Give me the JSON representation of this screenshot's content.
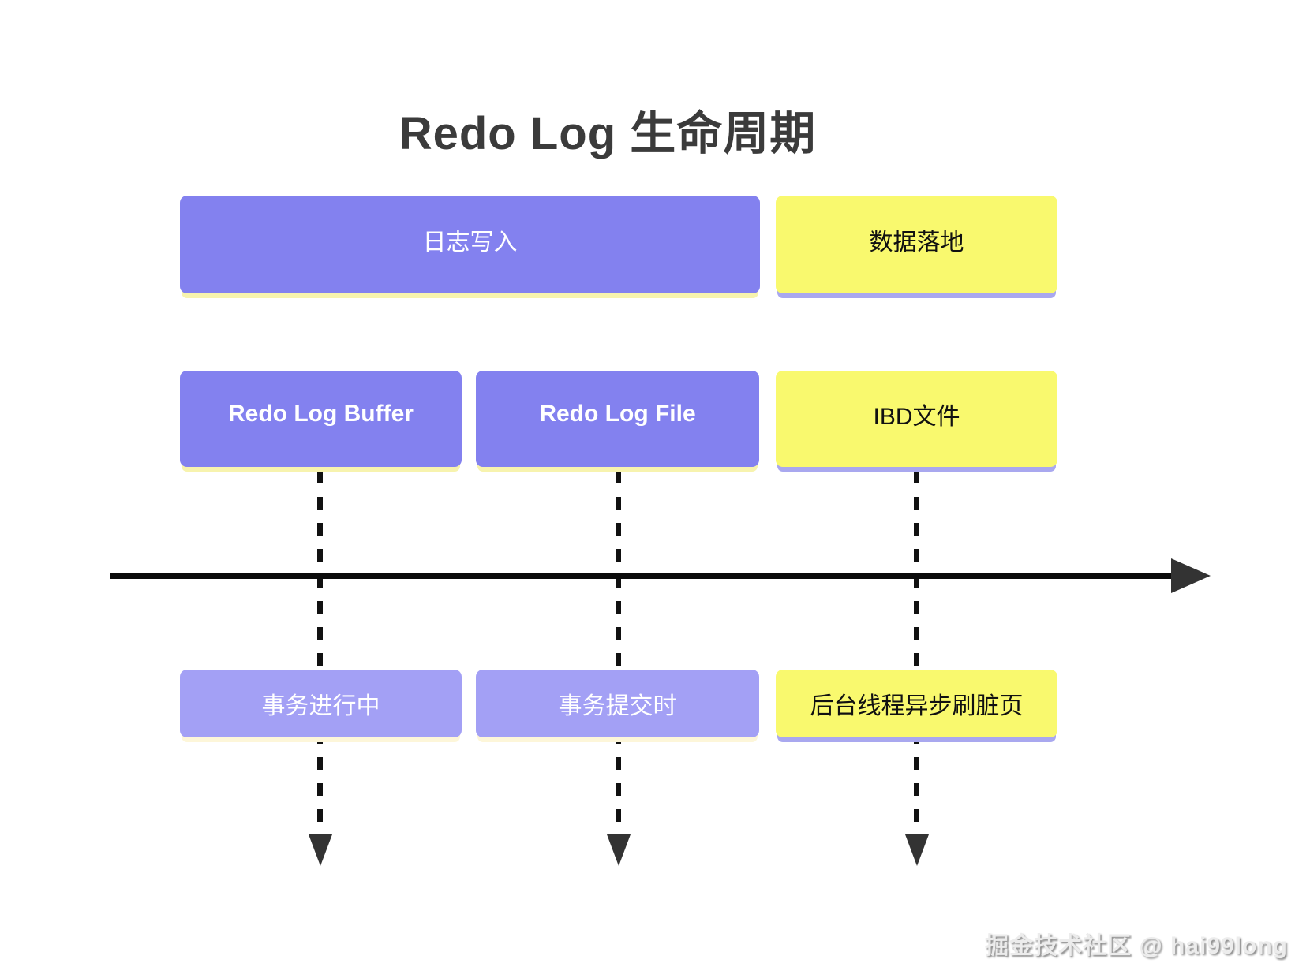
{
  "title": "Redo Log 生命周期",
  "phases": {
    "log_write": {
      "label": "日志写入"
    },
    "data_landing": {
      "label": "数据落地"
    }
  },
  "stores": {
    "redo_log_buffer": {
      "label": "Redo Log Buffer"
    },
    "redo_log_file": {
      "label": "Redo Log File"
    },
    "ibd_file": {
      "label": "IBD文件"
    }
  },
  "triggers": {
    "txn_in_progress": {
      "label": "事务进行中"
    },
    "txn_commit": {
      "label": "事务提交时"
    },
    "bg_flush": {
      "label": "后台线程异步刷脏页"
    }
  },
  "watermark": "掘金技术社区 @ hai99long",
  "colors": {
    "box_purple": "#8381ef",
    "box_purple_light": "#a3a0f5",
    "box_yellow": "#f9f96e",
    "purple_box_shadow": "#f7f3ae",
    "yellow_box_shadow": "#a9a8ef",
    "title_text": "#3b3b3b",
    "axis_line": "#0b0b0b",
    "arrowhead": "#333333",
    "text_on_purple": "#ffffff",
    "text_on_yellow": "#111111"
  }
}
